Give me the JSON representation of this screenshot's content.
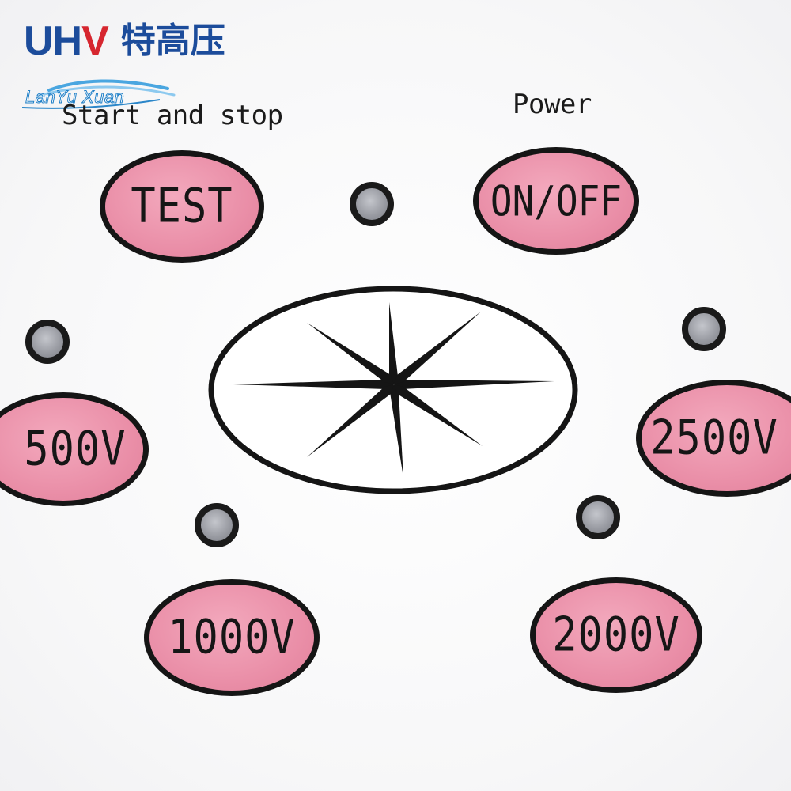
{
  "brand": {
    "logo_main": "UH",
    "logo_accent": "V",
    "logo_cn": "特高压",
    "watermark": "LanYu Xuan"
  },
  "labels": {
    "start_stop": "Start and stop",
    "power": "Power"
  },
  "buttons": {
    "test": "TEST",
    "on_off": "ON/OFF",
    "v500": "500V",
    "v2500": "2500V",
    "v1000": "1000V",
    "v2000": "2000V"
  },
  "colors": {
    "button_fill": "#ea8fa8",
    "outline": "#151515",
    "logo_blue": "#1c4c9b",
    "logo_red": "#d6262f",
    "led": "#9a9ca3"
  },
  "icons": {
    "center_emblem": "eight-point-star-icon",
    "indicator": "indicator-led-icon"
  }
}
